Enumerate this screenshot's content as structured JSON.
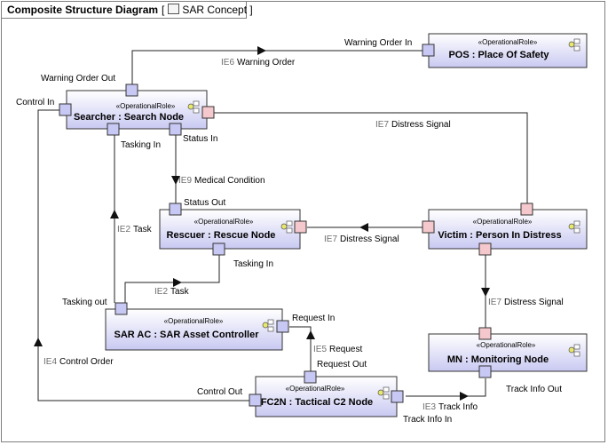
{
  "diagram": {
    "kind_label": "Composite Structure Diagram",
    "context_label": "SAR Concept"
  },
  "nodes": {
    "pos": {
      "stereotype": "«OperationalRole»",
      "name": "POS : Place Of Safety"
    },
    "searcher": {
      "stereotype": "«OperationalRole»",
      "name": "Searcher : Search Node"
    },
    "rescuer": {
      "stereotype": "«OperationalRole»",
      "name": "Rescuer : Rescue Node"
    },
    "victim": {
      "stereotype": "«OperationalRole»",
      "name": "Victim : Person In Distress"
    },
    "sarac": {
      "stereotype": "«OperationalRole»",
      "name": "SAR AC : SAR Asset Controller"
    },
    "mn": {
      "stereotype": "«OperationalRole»",
      "name": "MN : Monitoring Node"
    },
    "fc2n": {
      "stereotype": "«OperationalRole»",
      "name": "FC2N : Tactical C2 Node"
    }
  },
  "ports": {
    "warning_order_in": "Warning Order In",
    "warning_order_out": "Warning Order Out",
    "control_in": "Control In",
    "tasking_in_searcher": "Tasking In",
    "status_in": "Status In",
    "status_out": "Status Out",
    "tasking_in_rescuer": "Tasking In",
    "tasking_out": "Tasking out",
    "request_in": "Request In",
    "request_out": "Request Out",
    "control_out": "Control Out",
    "track_info_out": "Track Info Out",
    "track_info_in": "Track Info In"
  },
  "connectors": {
    "ie6": {
      "id": "IE6",
      "name": "Warning Order"
    },
    "ie7_searcher": {
      "id": "IE7",
      "name": "Distress Signal"
    },
    "ie9": {
      "id": "IE9",
      "name": "Medical Condition"
    },
    "ie2_up": {
      "id": "IE2",
      "name": "Task"
    },
    "ie7_rescuer": {
      "id": "IE7",
      "name": "Distress Signal"
    },
    "ie2_right": {
      "id": "IE2",
      "name": "Task"
    },
    "ie7_mn": {
      "id": "IE7",
      "name": "Distress Signal"
    },
    "ie5": {
      "id": "IE5",
      "name": "Request"
    },
    "ie4": {
      "id": "IE4",
      "name": "Control Order"
    },
    "ie3": {
      "id": "IE3",
      "name": "Track Info"
    }
  },
  "colors": {
    "node_fill_top": "#ffffff",
    "node_fill_bottom": "#c9c9f2",
    "port_blue": "#c8c8f4",
    "port_pink": "#f4c8cc",
    "line": "#222222"
  }
}
